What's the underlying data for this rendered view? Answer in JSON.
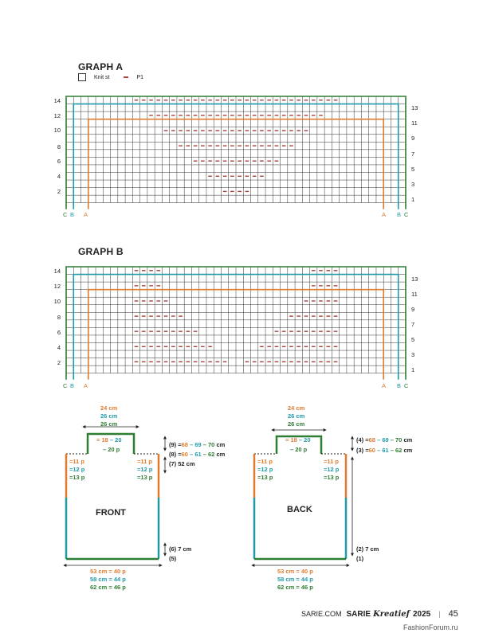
{
  "graph_a": {
    "title": "GRAPH A",
    "legend": {
      "knit": "Knit st",
      "purl": "P1"
    },
    "left_rows": [
      "14",
      "12",
      "10",
      "8",
      "6",
      "4",
      "2"
    ],
    "right_rows": [
      "13",
      "11",
      "9",
      "7",
      "5",
      "3",
      "1"
    ],
    "edge_left": [
      "C",
      "B",
      "A"
    ],
    "edge_right": [
      "A",
      "B",
      "C"
    ]
  },
  "graph_b": {
    "title": "GRAPH B",
    "left_rows": [
      "14",
      "12",
      "10",
      "8",
      "6",
      "4",
      "2"
    ],
    "right_rows": [
      "13",
      "11",
      "9",
      "7",
      "5",
      "3",
      "1"
    ],
    "edge_left": [
      "C",
      "B",
      "A"
    ],
    "edge_right": [
      "A",
      "B",
      "C"
    ]
  },
  "front": {
    "label": "FRONT",
    "neck": [
      "24 cm",
      "26 cm",
      "26 cm"
    ],
    "neck_p1a": "= 18",
    "neck_p1b": "– 20",
    "neck_p2": "– 20 p",
    "shoulder": [
      "=11 p",
      "=12 p",
      "=13 p"
    ],
    "right_notes": {
      "n9a": "(9) =",
      "n9o": "68",
      "n9t": " – 69",
      "n9g": " – 70",
      "n9u": " cm",
      "n8a": "(8) =",
      "n8o": "60",
      "n8t": " – 61",
      "n8g": " – 62",
      "n8u": " cm",
      "n7": "(7) 52 cm",
      "n6": "(6) 7 cm",
      "n5": "(5)"
    },
    "width": [
      "53 cm = 40 p",
      "58 cm = 44 p",
      "62 cm = 46 p"
    ]
  },
  "back": {
    "label": "BACK",
    "neck": [
      "24 cm",
      "26 cm",
      "26 cm"
    ],
    "neck_p1a": "= 18",
    "neck_p1b": "– 20",
    "neck_p2": "– 20 p",
    "shoulder": [
      "=11 p",
      "=12 p",
      "=13 p"
    ],
    "right_notes": {
      "n4a": "(4) =",
      "n4o": "68",
      "n4t": " – 69",
      "n4g": " – 70",
      "n4u": " cm",
      "n3a": "(3) =",
      "n3o": "60",
      "n3t": " – 61",
      "n3g": " – 62",
      "n3u": " cm",
      "n2": "(2) 7 cm",
      "n1": "(1)"
    },
    "width": [
      "53 cm = 40 p",
      "58 cm = 44 p",
      "62 cm = 46 p"
    ]
  },
  "footer": {
    "site": "SARIE.COM",
    "brand": "SARIE",
    "brand_script": "Kreatief",
    "year": "2025",
    "sep": "|",
    "page": "45",
    "watermark": "FashionForum.ru"
  },
  "colors": {
    "orange": "#e07b2e",
    "teal": "#1f9aa8",
    "green": "#2e7d32",
    "purl": "#a5423a"
  }
}
